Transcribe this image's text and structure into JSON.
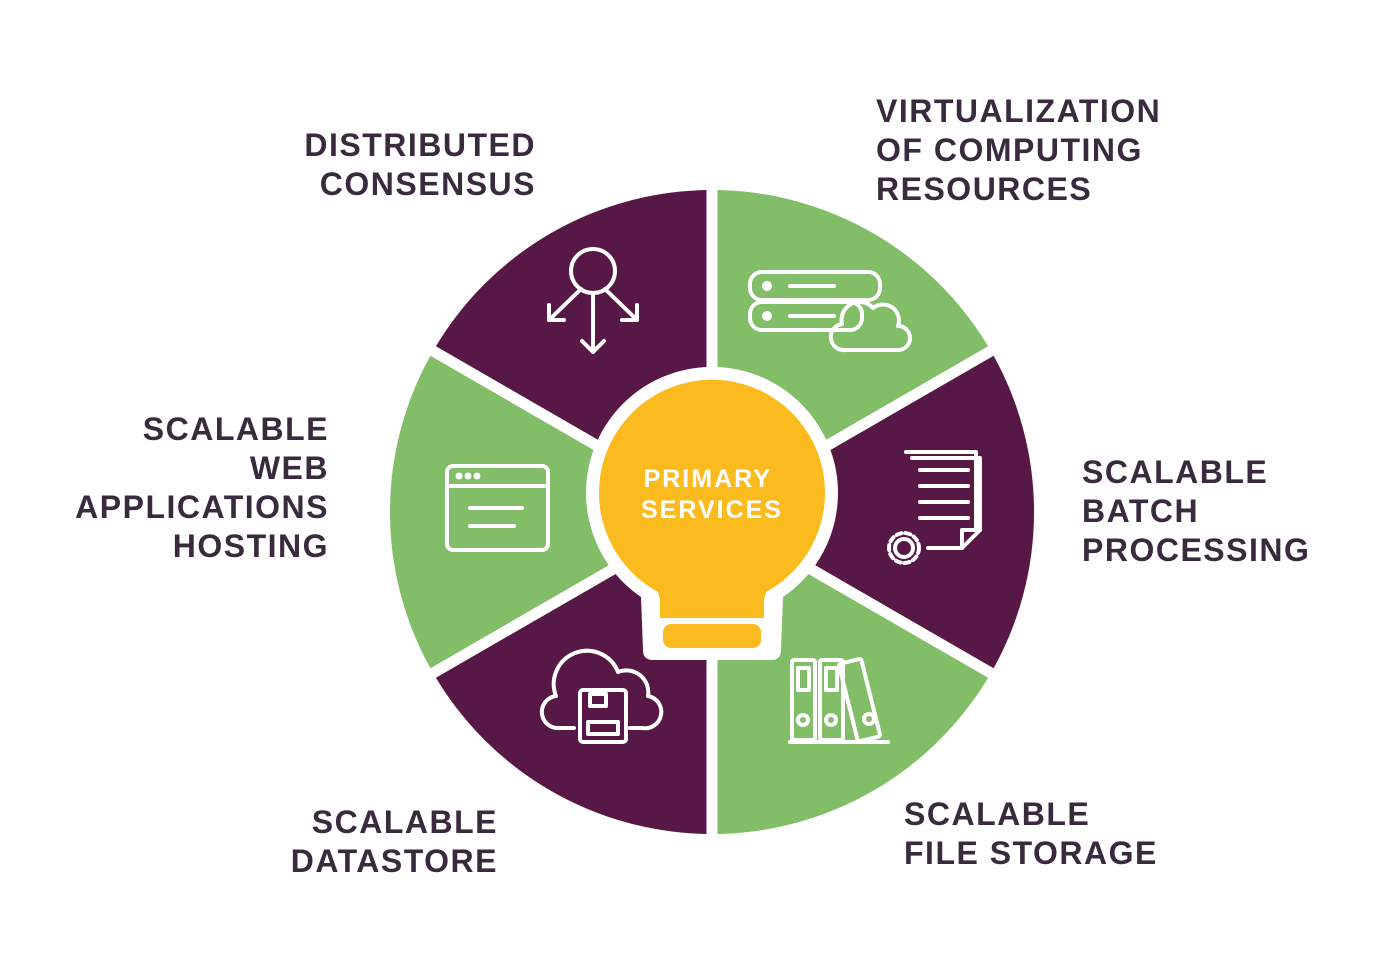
{
  "center": {
    "line1": "PRIMARY",
    "line2": "SERVICES"
  },
  "segments": [
    {
      "id": "distributed-consensus",
      "lines": [
        "DISTRIBUTED",
        "CONSENSUS"
      ],
      "icon": "consensus-icon"
    },
    {
      "id": "virtualization",
      "lines": [
        "VIRTUALIZATION",
        "OF COMPUTING",
        "RESOURCES"
      ],
      "icon": "server-cloud-icon"
    },
    {
      "id": "batch-processing",
      "lines": [
        "SCALABLE",
        "BATCH",
        "PROCESSING"
      ],
      "icon": "document-gear-icon"
    },
    {
      "id": "file-storage",
      "lines": [
        "SCALABLE",
        "FILE STORAGE"
      ],
      "icon": "binders-icon"
    },
    {
      "id": "datastore",
      "lines": [
        "SCALABLE",
        "DATASTORE"
      ],
      "icon": "cloud-floppy-icon"
    },
    {
      "id": "web-hosting",
      "lines": [
        "SCALABLE",
        "WEB",
        "APPLICATIONS",
        "HOSTING"
      ],
      "icon": "browser-window-icon"
    }
  ],
  "colors": {
    "purple": "#581845",
    "green": "#82bd67",
    "yellow": "#fbba1e",
    "text": "#3a2a3e"
  }
}
